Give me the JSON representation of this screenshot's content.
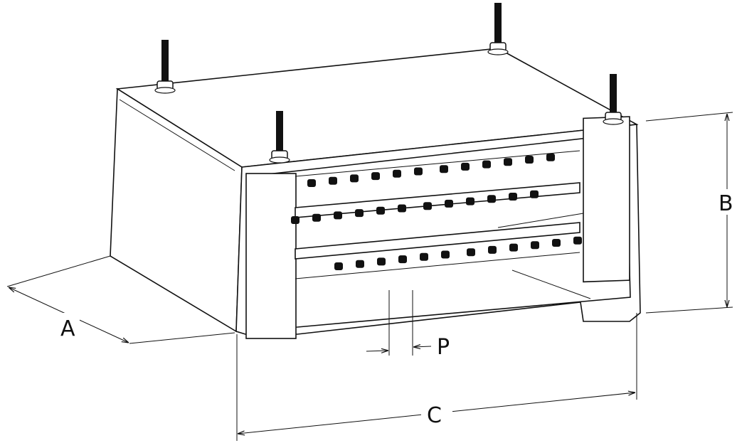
{
  "dimensions": {
    "depth_label": "A",
    "height_label": "B",
    "width_label": "C",
    "pitch_label": "P"
  }
}
